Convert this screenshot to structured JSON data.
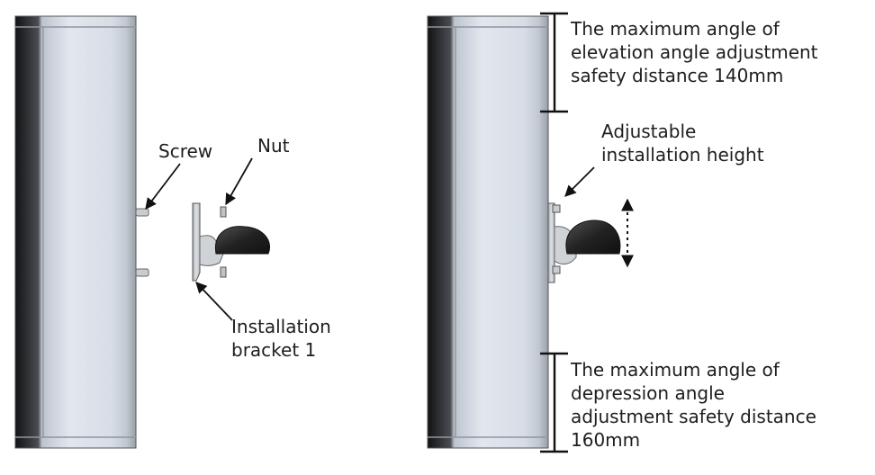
{
  "left_figure": {
    "screw_label": "Screw",
    "nut_label": "Nut",
    "bracket_label_line1": "Installation",
    "bracket_label_line2": "bracket 1"
  },
  "right_figure": {
    "elevation_label": [
      "The maximum angle of",
      "elevation angle adjustment",
      "safety distance 140mm"
    ],
    "height_label": [
      "Adjustable",
      "installation height"
    ],
    "depression_label": [
      "The maximum angle of",
      "depression angle",
      "adjustment safety distance",
      "160mm"
    ]
  },
  "colors": {
    "tube_dark": "#2b2d30",
    "tube_light": "#d7dde7",
    "dome": "#2a2a2a",
    "line": "#1a1a1a"
  }
}
